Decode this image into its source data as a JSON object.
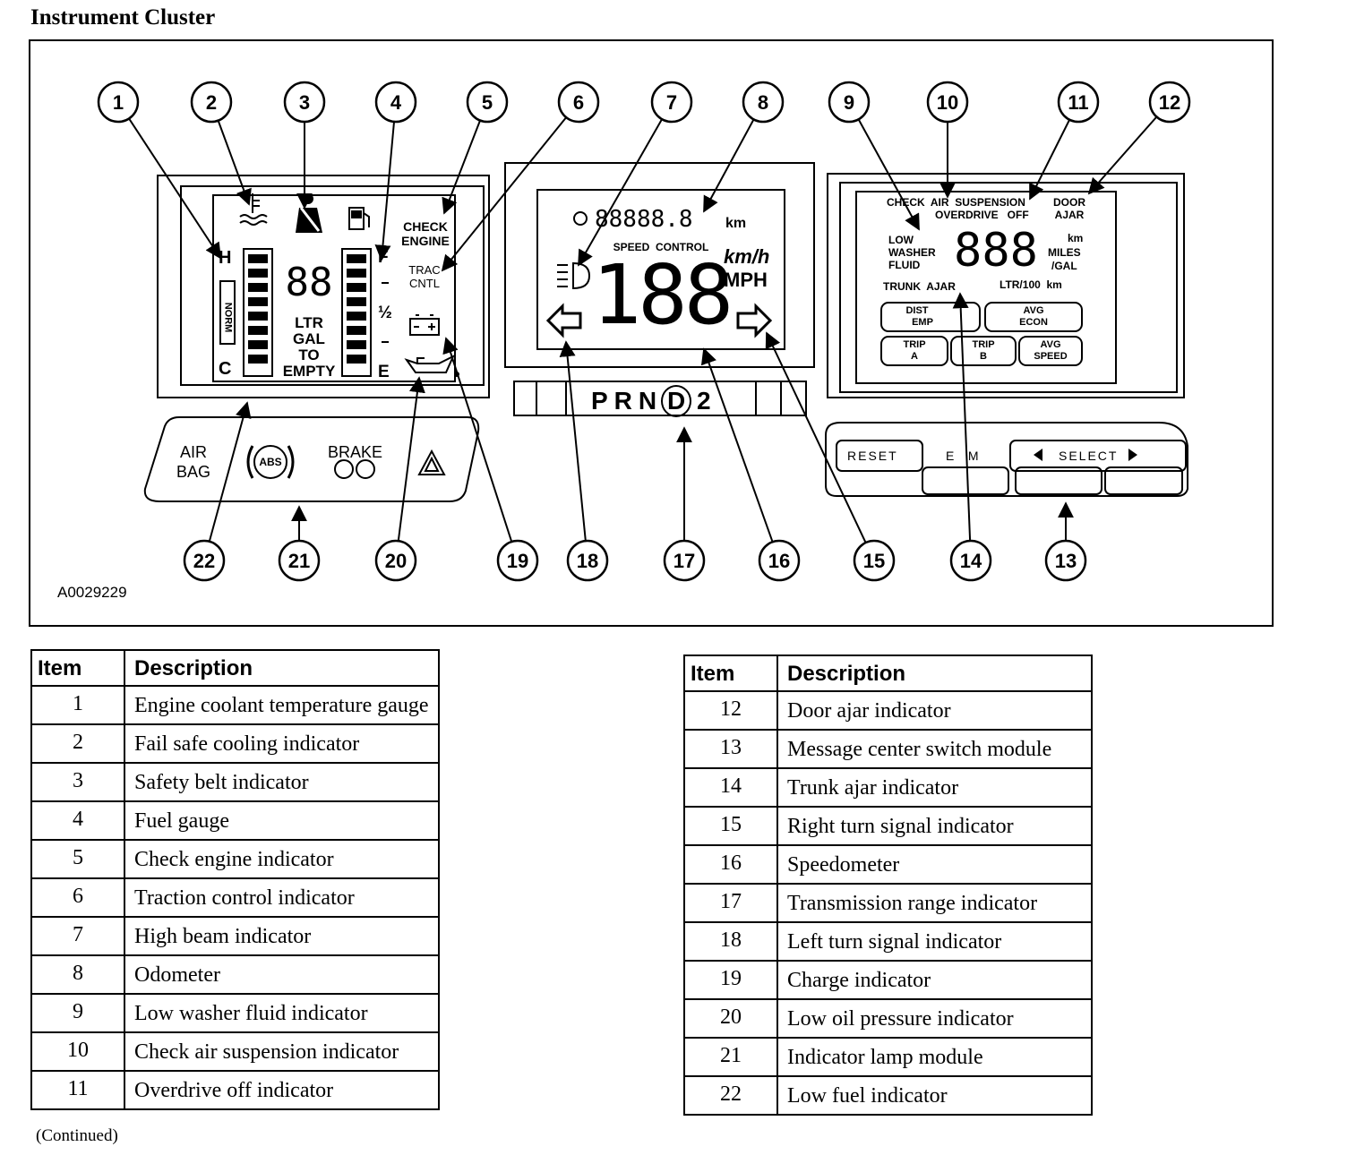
{
  "title": "Instrument Cluster",
  "figure_id": "A0029229",
  "callouts": [
    "1",
    "2",
    "3",
    "4",
    "5",
    "6",
    "7",
    "8",
    "9",
    "10",
    "11",
    "12",
    "13",
    "14",
    "15",
    "16",
    "17",
    "18",
    "19",
    "20",
    "21",
    "22"
  ],
  "gauge_panel": {
    "temp_high": "H",
    "temp_norm": "NORM",
    "temp_cold": "C",
    "fuel_readout": "88",
    "fuel_units": [
      "LTR",
      "GAL",
      "TO",
      "EMPTY"
    ],
    "fuel_full": "F",
    "fuel_half": "½",
    "fuel_empty": "E",
    "check_engine": [
      "CHECK",
      "ENGINE"
    ],
    "traction_control": [
      "TRAC",
      "CNTL"
    ]
  },
  "center_panel": {
    "odometer": "88888.8",
    "odometer_unit": "km",
    "speed_control": "SPEED  CONTROL",
    "speed_readout": "188",
    "unit_kmh": "km/h",
    "unit_mph": "MPH",
    "prnd": "PRN",
    "drive": "D",
    "second": "2"
  },
  "message_center": {
    "check_air_suspension": "CHECK  AIR  SUSPENSION",
    "overdrive_off": "OVERDRIVE   OFF",
    "door_ajar": [
      "DOOR",
      "AJAR"
    ],
    "low_washer_fluid": [
      "LOW",
      "WASHER",
      "FLUID"
    ],
    "readout": "888",
    "units": [
      "km",
      "MILES",
      "/GAL"
    ],
    "ltr_100km": "LTR/100  km",
    "trunk_ajar": "TRUNK  AJAR",
    "dist_emp": [
      "DIST",
      "EMP"
    ],
    "avg_econ": [
      "AVG",
      "ECON"
    ],
    "trip_a": [
      "TRIP",
      "A"
    ],
    "trip_b": [
      "TRIP",
      "B"
    ],
    "avg_speed": [
      "AVG",
      "SPEED"
    ]
  },
  "switches": {
    "reset": "RESET",
    "em": "E    M",
    "select": "SELECT"
  },
  "lamp_module": {
    "air_bag": [
      "AIR",
      "BAG"
    ],
    "abs": "ABS",
    "brake": "BRAKE"
  },
  "legend_headers": {
    "item": "Item",
    "description": "Description"
  },
  "legend_left": [
    {
      "item": "1",
      "description": "Engine coolant temperature gauge"
    },
    {
      "item": "2",
      "description": "Fail safe cooling indicator"
    },
    {
      "item": "3",
      "description": "Safety belt indicator"
    },
    {
      "item": "4",
      "description": "Fuel gauge"
    },
    {
      "item": "5",
      "description": "Check engine indicator"
    },
    {
      "item": "6",
      "description": "Traction control indicator"
    },
    {
      "item": "7",
      "description": "High beam indicator"
    },
    {
      "item": "8",
      "description": "Odometer"
    },
    {
      "item": "9",
      "description": "Low washer fluid indicator"
    },
    {
      "item": "10",
      "description": "Check air suspension indicator"
    },
    {
      "item": "11",
      "description": "Overdrive off indicator"
    }
  ],
  "legend_right": [
    {
      "item": "12",
      "description": "Door ajar indicator"
    },
    {
      "item": "13",
      "description": "Message center switch module"
    },
    {
      "item": "14",
      "description": "Trunk ajar indicator"
    },
    {
      "item": "15",
      "description": "Right turn signal indicator"
    },
    {
      "item": "16",
      "description": "Speedometer"
    },
    {
      "item": "17",
      "description": "Transmission range indicator"
    },
    {
      "item": "18",
      "description": "Left turn signal indicator"
    },
    {
      "item": "19",
      "description": "Charge indicator"
    },
    {
      "item": "20",
      "description": "Low oil pressure indicator"
    },
    {
      "item": "21",
      "description": "Indicator lamp module"
    },
    {
      "item": "22",
      "description": "Low fuel indicator"
    }
  ],
  "continued": "(Continued)"
}
